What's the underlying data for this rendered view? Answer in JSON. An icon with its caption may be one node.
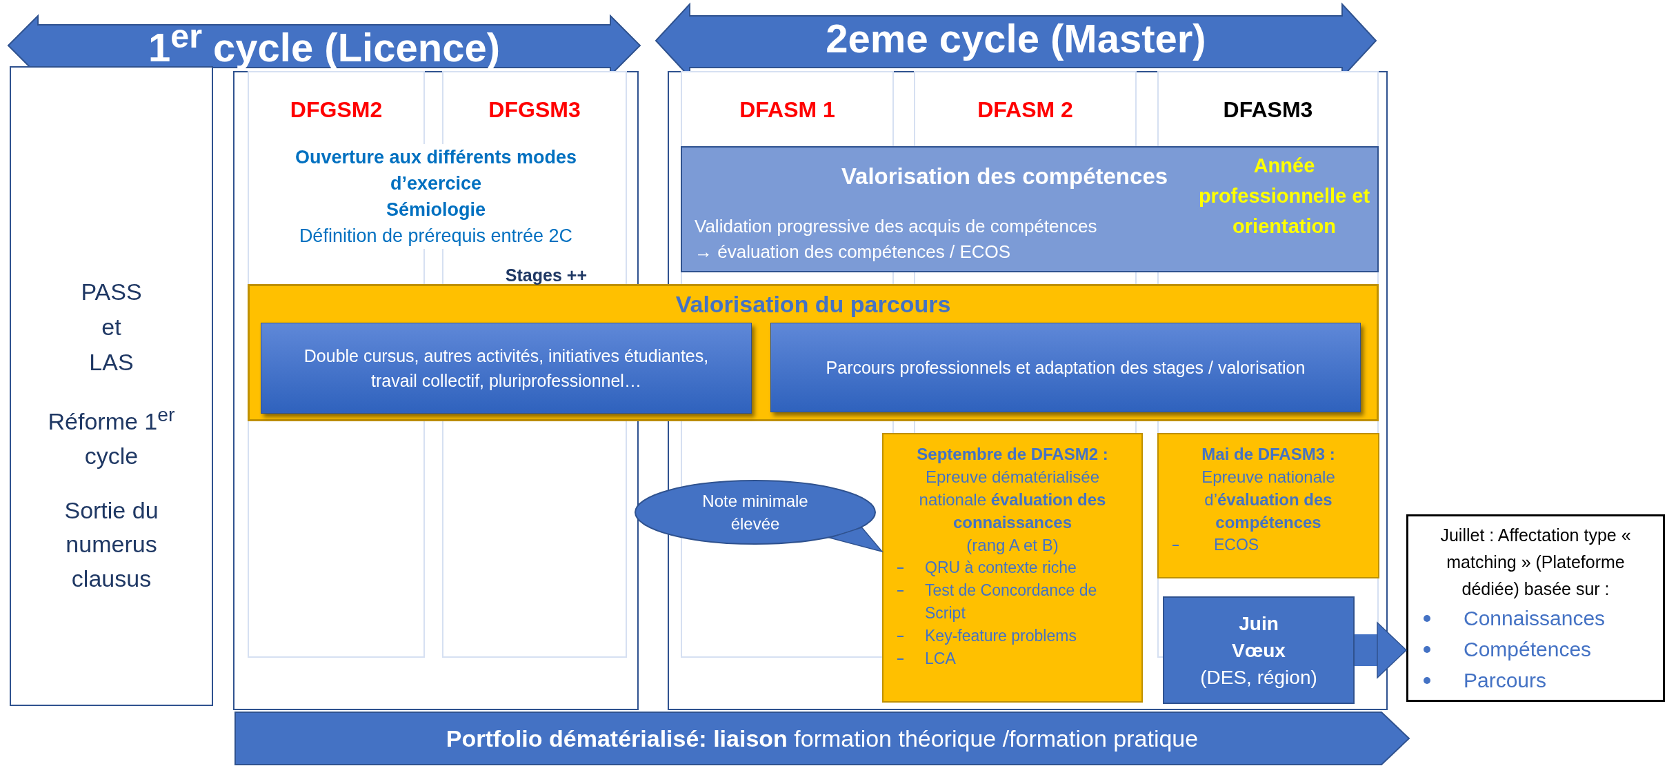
{
  "diagram": {
    "nodes": [
      {
        "text": [
          "1$^{er}$ cycle (Licence)"
        ]
      },
      {
        "text": [
          "2eme cycle (Master)"
        ]
      },
      {
        "text": [
          "PASS et LAS",
          "Réforme 1$^{er}$ cycle",
          "Sortie du numerus clausus"
        ]
      },
      {
        "text": [
          "DFGSM2",
          "DFGSM3",
          "Ouverture aux différents modes d’exercice",
          "Sémiologie",
          "Définition de prérequis entrée 2C",
          "Stages ++"
        ]
      },
      {
        "text": [
          "DFASM 1",
          "DFASM 2",
          "DFASM3"
        ]
      },
      {
        "text": [
          "Valorisation des compétences",
          "Validation progressive des acquis de compétences",
          "→ évaluation des compétences / ECOS",
          "Année professionnelle et orientation"
        ],
        "in": 4
      },
      {
        "text": [
          "Valorisation du parcours"
        ]
      },
      {
        "text": [
          "Double cursus, autres activités, initiatives étudiantes, travail collectif, pluriprofessionnel…"
        ],
        "in": 6
      },
      {
        "text": [
          "Parcours professionnels et adaptation des stages / valorisation"
        ]
      },
      {
        "text": [
          "Note minimale élevée"
        ]
      },
      {
        "text": [
          "Septembre de DFASM2 :",
          "Epreuve dématérialisée nationale **évaluation des connaissances**",
          "(rang A et B)",
          "QRU à contexte riche",
          "Test de Concordance de Script",
          "Key-feature problems",
          "LCA"
        ],
        "in": 4
      },
      {
        "text": [
          "Mai de DFASM3 :",
          "Epreuve nationale d’**évaluation des compétences**",
          "ECOS"
        ],
        "in": 4
      },
      {
        "text": [
          "Juin",
          "Vœux",
          "(DES, région)"
        ],
        "in": 4
      },
      {
        "text": [
          "Juillet : Affectation type « matching » (Plateforme dédiée) basée sur :",
          "Connaissances",
          "Compétences",
          "Parcours"
        ]
      },
      {
        "text": [
          "**Portfolio dématérialisé: liaison** formation théorique /formation pratique"
        ]
      }
    ],
    "edges": [
      {
        "from": 9,
        "to": 10,
        "arrow": "none"
      },
      {
        "from": 12,
        "to": 13,
        "arrow": "to"
      }
    ]
  }
}
